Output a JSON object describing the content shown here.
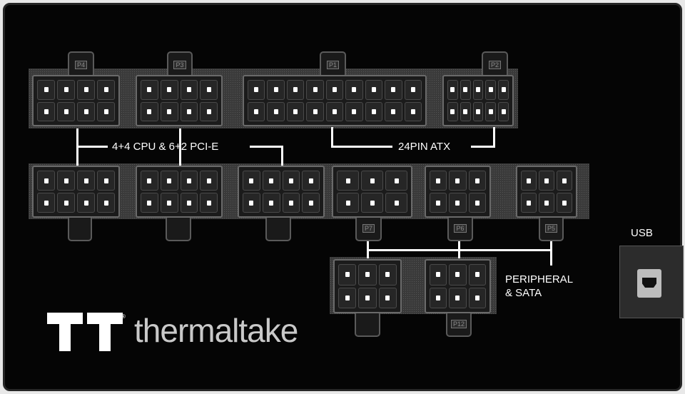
{
  "connectors": [
    {
      "label": "P4",
      "pins": [
        2,
        4
      ],
      "tab": "top"
    },
    {
      "label": "P3",
      "pins": [
        2,
        4
      ],
      "tab": "top"
    },
    {
      "label": "P1",
      "pins": [
        2,
        9
      ],
      "tab": "top"
    },
    {
      "label": "P2",
      "pins": [
        2,
        5
      ],
      "tab": "top"
    },
    {
      "label": "",
      "pins": [
        2,
        4
      ],
      "tab": "bottom"
    },
    {
      "label": "",
      "pins": [
        2,
        4
      ],
      "tab": "bottom"
    },
    {
      "label": "",
      "pins": [
        2,
        4
      ],
      "tab": "bottom"
    },
    {
      "label": "P7",
      "pins": [
        2,
        3
      ],
      "tab": "bottom"
    },
    {
      "label": "P6",
      "pins": [
        2,
        3
      ],
      "tab": "bottom"
    },
    {
      "label": "P5",
      "pins": [
        2,
        3
      ],
      "tab": "bottom"
    },
    {
      "label": "",
      "pins": [
        2,
        3
      ],
      "tab": "bottom"
    },
    {
      "label": "P12",
      "pins": [
        2,
        3
      ],
      "tab": "bottom"
    }
  ],
  "labels": {
    "cpu_pcie": "4+4 CPU & 6+2 PCI-E",
    "atx": "24PIN ATX",
    "peripheral_line1": "PERIPHERAL",
    "peripheral_line2": "& SATA",
    "usb": "USB"
  },
  "brand": {
    "name": "thermaltake",
    "registered": "®"
  },
  "colors": {
    "body": "#050505",
    "panel": "#3a3a3a",
    "text": "#ffffff"
  }
}
